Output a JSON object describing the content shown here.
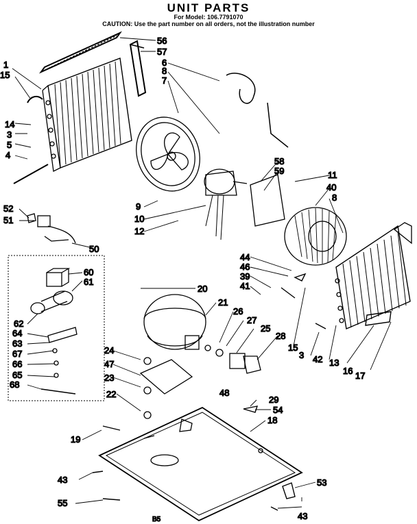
{
  "header": {
    "title": "UNIT PARTS",
    "model": "For Model: 106.7791070",
    "caution": "CAUTION: Use the part number on all orders, not the illustration number"
  },
  "callouts": {
    "c1": "1",
    "c15a": "15",
    "c14": "14",
    "c3a": "3",
    "c5": "5",
    "c4": "4",
    "c56": "56",
    "c57": "57",
    "c6": "6",
    "c8a": "8",
    "c7": "7",
    "c58": "58",
    "c59": "59",
    "c11": "11",
    "c40": "40",
    "c8b": "8",
    "c9": "9",
    "c10": "10",
    "c12": "12",
    "c52": "52",
    "c51": "51",
    "c50": "50",
    "c60": "60",
    "c61": "61",
    "c62": "62",
    "c64": "64",
    "c63": "63",
    "c67": "67",
    "c66": "66",
    "c65": "65",
    "c68": "68",
    "c20": "20",
    "c21": "21",
    "c44": "44",
    "c46": "46",
    "c39": "39",
    "c41": "41",
    "c26": "26",
    "c27": "27",
    "c25": "25",
    "c28": "28",
    "c15b": "15",
    "c3b": "3",
    "c42": "42",
    "c13": "13",
    "c16": "16",
    "c17": "17",
    "c24": "24",
    "c47": "47",
    "c23": "23",
    "c22": "22",
    "c48": "48",
    "c29": "29",
    "c54": "54",
    "c18": "18",
    "c19": "19",
    "c43a": "43",
    "c53": "53",
    "c55": "55",
    "c43b": "43"
  },
  "footer_code": "B5"
}
